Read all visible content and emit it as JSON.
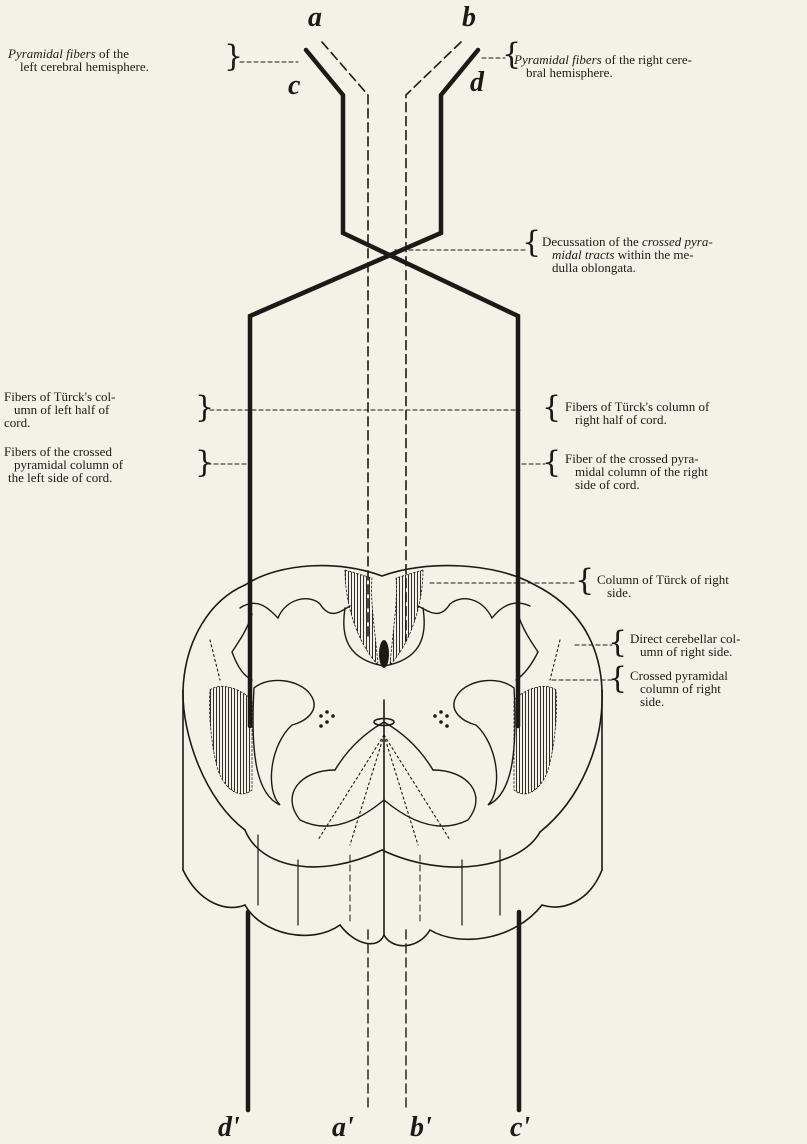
{
  "letters": {
    "a": "a",
    "b": "b",
    "c": "c",
    "d": "d",
    "a_prime": "a'",
    "b_prime": "b'",
    "c_prime": "c'",
    "d_prime": "d'"
  },
  "labels": {
    "pyr_left_1_italic": "Pyramidal fibers",
    "pyr_left_1_rest": " of the",
    "pyr_left_2": "left cerebral hemisphere.",
    "pyr_right_1_italic": "Pyramidal fibers",
    "pyr_right_1_rest": " of the right cere-",
    "pyr_right_2": "bral hemisphere.",
    "decus_1": "Decussation of the ",
    "decus_1_italic": "crossed pyra-",
    "decus_2_italic": "midal tracts",
    "decus_2_rest": " within the me-",
    "decus_3": "dulla oblongata.",
    "turck_left_1": "Fibers of Türck's col-",
    "turck_left_2": "umn of left half of",
    "turck_left_3": "cord.",
    "turck_right_1": "Fibers of Türck's column of",
    "turck_right_2": "right half of cord.",
    "crossed_left_1": "Fibers of the crossed",
    "crossed_left_2": "pyramidal column of",
    "crossed_left_3": "the left side of cord.",
    "crossed_right_1": "Fiber of the crossed pyra-",
    "crossed_right_2": "midal column of the right",
    "crossed_right_3": "side of cord.",
    "col_turck_1": "Column of Türck of right",
    "col_turck_2": "side.",
    "direct_cer_1": "Direct cerebellar col-",
    "direct_cer_2": "umn of right side.",
    "crossed_pyr_1": "Crossed    pyramidal",
    "crossed_pyr_2": "column    of  right",
    "crossed_pyr_3": "side."
  },
  "colors": {
    "ink": "#1c1a17",
    "paper": "#f4f1e6"
  }
}
